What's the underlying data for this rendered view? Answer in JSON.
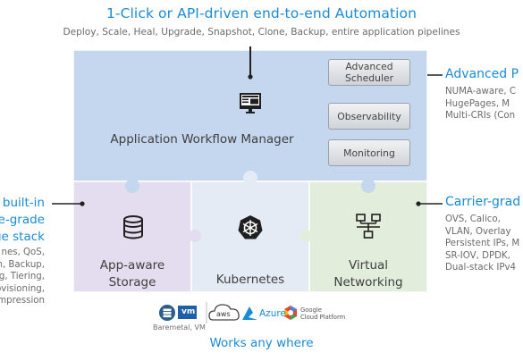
{
  "header": {
    "title": "1-Click or API-driven end-to-end Automation",
    "subtitle": "Deploy, Scale, Heal, Upgrade, Snapshot, Clone, Backup, entire application pipelines"
  },
  "workflow": {
    "label": "Application Workflow Manager",
    "icon": "dashboard-monitor-icon",
    "buttons": [
      "Advanced Scheduler",
      "Observability",
      "Monitoring"
    ],
    "scheduler_lines": [
      "Advanced",
      "Scheduler"
    ]
  },
  "right_top": {
    "title": "Advanced P",
    "lines": [
      "NUMA-aware, C",
      "HugePages, M",
      "Multi-CRIs (Con"
    ]
  },
  "right_bottom": {
    "title": "Carrier-grad",
    "lines": [
      "OVS, Calico,",
      "VLAN, Overlay",
      "Persistent IPs, M",
      "SR-IOV, DPDK,",
      "Dual-stack IPv4"
    ]
  },
  "left": {
    "title_lines": [
      "built-in",
      "e-grade",
      "ge stack"
    ],
    "lines": [
      "nes, QoS,",
      "n, Backup,",
      "g, Tiering,",
      "ovisioning,",
      "mpression"
    ]
  },
  "storage": {
    "label_lines": [
      "App-aware",
      "Storage"
    ],
    "icon": "database-icon"
  },
  "kubernetes": {
    "label": "Kubernetes",
    "icon": "kubernetes-helm-icon"
  },
  "networking": {
    "label_lines": [
      "Virtual",
      "Networking"
    ],
    "icon": "network-topology-icon"
  },
  "footer": {
    "baremetal_label": "Baremetal, VM",
    "vm_badge": "vm",
    "aws_label": "aws",
    "azure_label": "Azure",
    "google_lines": [
      "Google",
      "Cloud Platform"
    ],
    "works_label": "Works any where"
  },
  "colors": {
    "accent": "#1a8bd4",
    "top_panel": "#c5d7ef",
    "storage_panel": "#e4dcef",
    "kube_panel": "#e4ebf5",
    "net_panel": "#e2eedb"
  }
}
